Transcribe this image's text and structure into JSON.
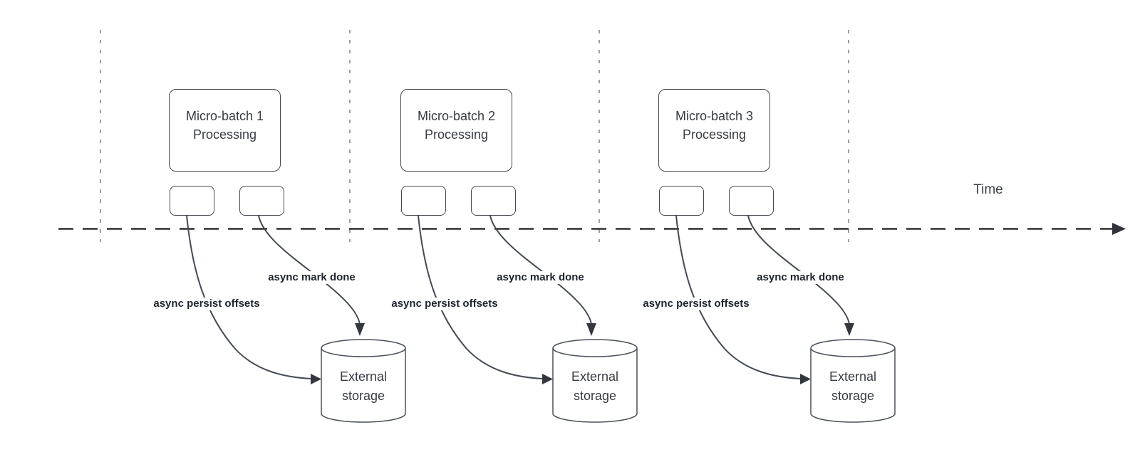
{
  "diagram": {
    "time_axis_label": "Time",
    "groups": [
      {
        "box_line1": "Micro-batch 1",
        "box_line2": "Processing",
        "persist_label": "async persist offsets",
        "mark_done_label": "async mark done",
        "storage_line1": "External",
        "storage_line2": "storage"
      },
      {
        "box_line1": "Micro-batch 2",
        "box_line2": "Processing",
        "persist_label": "async persist offsets",
        "mark_done_label": "async mark done",
        "storage_line1": "External",
        "storage_line2": "storage"
      },
      {
        "box_line1": "Micro-batch 3",
        "box_line2": "Processing",
        "persist_label": "async persist offsets",
        "mark_done_label": "async mark done",
        "storage_line1": "External",
        "storage_line2": "storage"
      }
    ],
    "colors": {
      "axis_line": "#2f2f2f",
      "gridline": "#9e9e9e",
      "connector": "#444b54",
      "shape_border": "#43474d",
      "box_text": "#383c42",
      "label_text": "#20252e",
      "background": "#ffffff"
    }
  }
}
